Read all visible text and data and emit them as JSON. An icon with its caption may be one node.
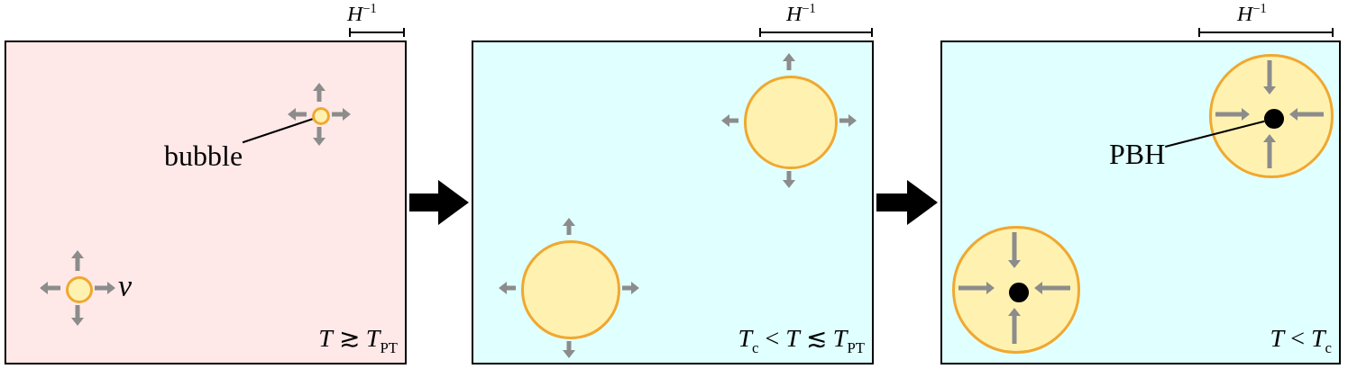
{
  "diagram": {
    "nodes": [
      {
        "text": [
          "*T* ≳ *T*$_{PT}$"
        ]
      },
      {
        "text": [
          "*T*$_{c}$ < *T* ≲ *T*$_{PT}$"
        ]
      },
      {
        "text": [
          "*T* < *T*$_{c}$"
        ]
      },
      {
        "text": [
          "bubble"
        ],
        "in": 0
      },
      {
        "text": [],
        "shape": "circle",
        "in": 0
      },
      {
        "text": [],
        "shape": "circle",
        "in": 0,
        "beside": [
          "v"
        ]
      },
      {
        "text": [],
        "shape": "circle",
        "in": 1
      },
      {
        "text": [],
        "shape": "circle",
        "in": 1
      },
      {
        "text": [
          "PBH"
        ],
        "in": 2
      },
      {
        "text": [],
        "shape": "circle",
        "in": 2
      },
      {
        "text": [],
        "shape": "circle",
        "in": 9
      },
      {
        "text": [],
        "shape": "circle",
        "in": 2
      },
      {
        "text": [],
        "shape": "circle",
        "in": 11
      }
    ],
    "edges": [
      {
        "from": 0,
        "to": 1,
        "arrow": "to",
        "style": "thick"
      },
      {
        "from": 1,
        "to": 2,
        "arrow": "to",
        "style": "thick"
      },
      {
        "from": 3,
        "to": 4,
        "arrow": "none"
      },
      {
        "from": 8,
        "to": 10,
        "arrow": "none"
      }
    ],
    "labels": [
      "*H*$^{−1}$",
      "*H*$^{−1}$",
      "*H*$^{−1}$"
    ]
  }
}
